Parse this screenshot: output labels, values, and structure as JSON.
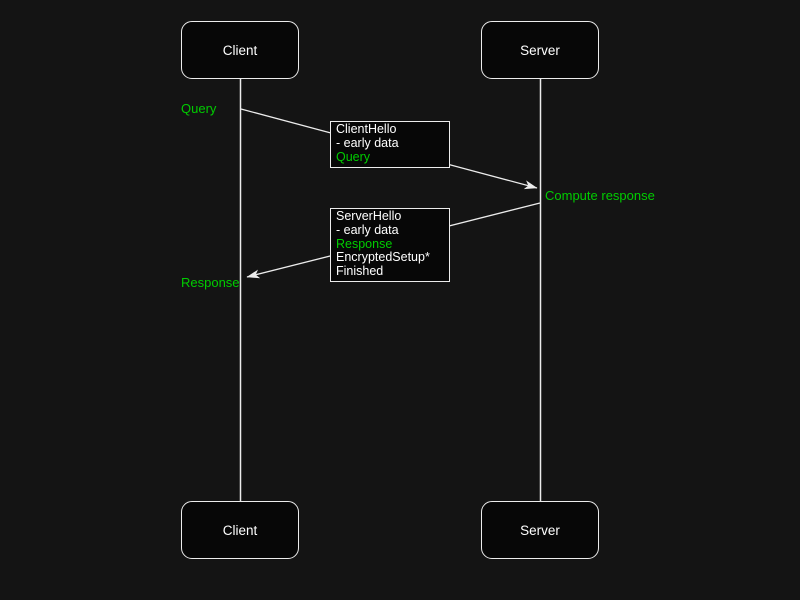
{
  "colors": {
    "background": "#141414",
    "green": "#00cc00",
    "line": "#ececec",
    "text": "#ffffff",
    "box_fill": "#070707"
  },
  "actors": {
    "client_top": "Client",
    "server_top": "Server",
    "client_bottom": "Client",
    "server_bottom": "Server"
  },
  "annotations": {
    "query": "Query",
    "compute_response": "Compute response",
    "response": "Response"
  },
  "client_hello_box": {
    "lines": [
      {
        "text": "ClientHello",
        "green": false
      },
      {
        "text": "- early data",
        "green": false
      },
      {
        "text": "Query",
        "green": true
      }
    ]
  },
  "server_hello_box": {
    "lines": [
      {
        "text": "ServerHello",
        "green": false
      },
      {
        "text": "- early data",
        "green": false
      },
      {
        "text": "Response",
        "green": true
      },
      {
        "text": "EncryptedSetup*",
        "green": false
      },
      {
        "text": "Finished",
        "green": false
      }
    ]
  }
}
